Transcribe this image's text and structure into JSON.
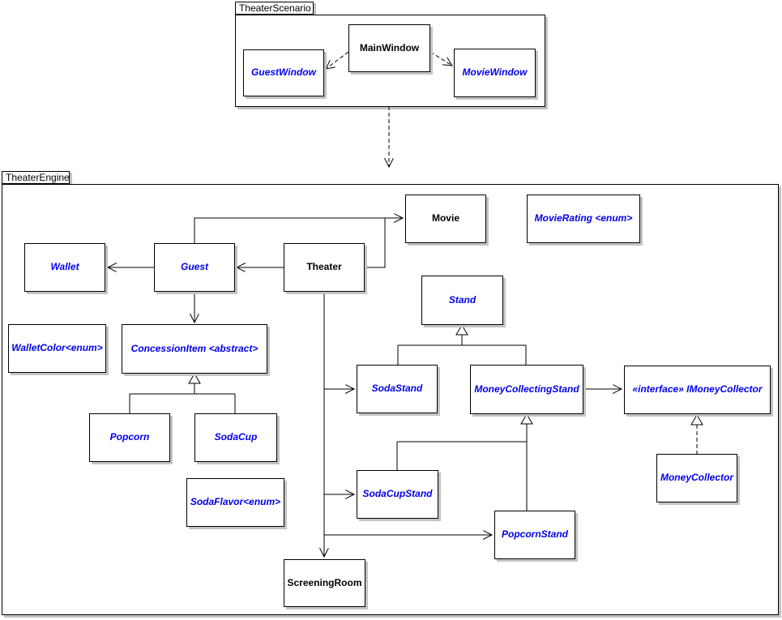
{
  "packages": {
    "scenario": {
      "label": "TheaterScenario"
    },
    "engine": {
      "label": "TheaterEngine"
    }
  },
  "classes": {
    "main_window": {
      "label": "MainWindow"
    },
    "guest_window": {
      "label": "GuestWindow"
    },
    "movie_window": {
      "label": "MovieWindow"
    },
    "movie": {
      "label": "Movie"
    },
    "movie_rating": {
      "label": "MovieRating <enum>"
    },
    "wallet": {
      "label": "Wallet"
    },
    "guest": {
      "label": "Guest"
    },
    "theater": {
      "label": "Theater"
    },
    "stand": {
      "label": "Stand"
    },
    "wallet_color": {
      "label": "WalletColor<enum>"
    },
    "concession_item": {
      "label": "ConcessionItem <abstract>"
    },
    "soda_stand": {
      "label": "SodaStand"
    },
    "money_collecting_stand": {
      "label": "MoneyCollectingStand"
    },
    "imoney_collector": {
      "label": "«interface» IMoneyCollector"
    },
    "popcorn": {
      "label": "Popcorn"
    },
    "soda_cup": {
      "label": "SodaCup"
    },
    "money_collector": {
      "label": "MoneyCollector"
    },
    "soda_flavor": {
      "label": "SodaFlavor<enum>"
    },
    "soda_cup_stand": {
      "label": "SodaCupStand"
    },
    "popcorn_stand": {
      "label": "PopcornStand"
    },
    "screening_room": {
      "label": "ScreeningRoom"
    }
  },
  "colors": {
    "class_text_blue": "#0000ee",
    "class_text_black": "#000000",
    "box_border": "#000000",
    "box_shadow": "#c3c3c3",
    "background": "#ffffff"
  }
}
